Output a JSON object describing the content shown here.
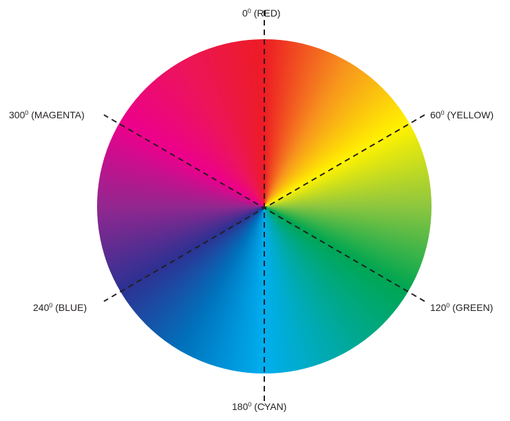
{
  "wheel": {
    "colors": [
      "#ed1c24",
      "#f7941d",
      "#fff200",
      "#8dc63f",
      "#00a651",
      "#00a99d",
      "#00aeef",
      "#0072bc",
      "#2e3192",
      "#92278f",
      "#ec008c",
      "#ed145b",
      "#ed1c24"
    ],
    "axis_color": "#231f20",
    "labels": [
      {
        "degrees": "0",
        "unit": "0",
        "name": "(RED)"
      },
      {
        "degrees": "60",
        "unit": "0",
        "name": "(YELLOW)"
      },
      {
        "degrees": "120",
        "unit": "0",
        "name": "(GREEN)"
      },
      {
        "degrees": "180",
        "unit": "0",
        "name": "(CYAN)"
      },
      {
        "degrees": "240",
        "unit": "0",
        "name": "(BLUE)"
      },
      {
        "degrees": "300",
        "unit": "0",
        "name": "(MAGENTA)"
      }
    ]
  }
}
